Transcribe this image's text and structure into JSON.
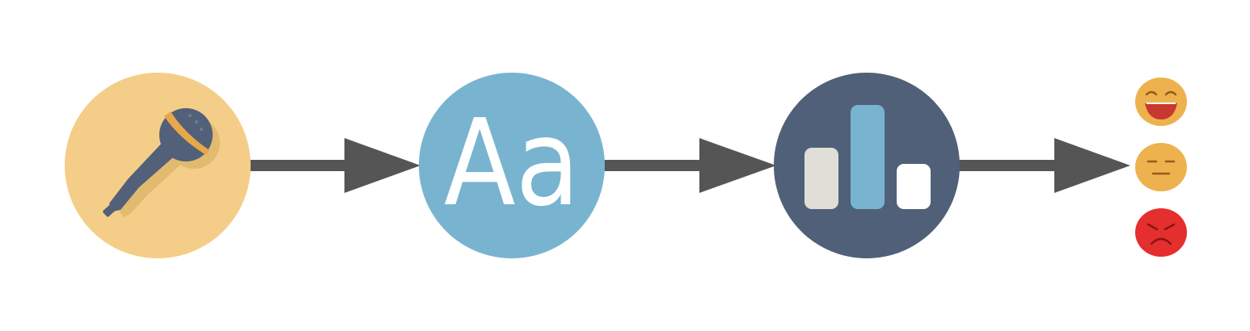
{
  "diagram": {
    "type": "pipeline",
    "steps": [
      {
        "id": "speech",
        "icon": "microphone-icon",
        "color": "#F4CE88"
      },
      {
        "id": "text",
        "icon": "text-aa-icon",
        "label": "Aa",
        "color": "#78B4CF"
      },
      {
        "id": "analysis",
        "icon": "bar-chart-icon",
        "color": "#506078"
      },
      {
        "id": "sentiment",
        "icon": "emoji-faces-icon"
      }
    ],
    "outcomes": [
      {
        "id": "positive",
        "icon": "laughing-face-icon",
        "color": "#EDB24E"
      },
      {
        "id": "neutral",
        "icon": "neutral-face-icon",
        "color": "#EDB24E"
      },
      {
        "id": "negative",
        "icon": "angry-face-icon",
        "color": "#E52E2E"
      }
    ],
    "colors": {
      "arrow": "#555555",
      "mic_body": "#526079",
      "mic_band": "#E8A84A",
      "mic_shadow": "#E0B86E",
      "text_glyph": "#FFFFFF",
      "bar_left": "#E0DED6",
      "bar_mid": "#78B4CF",
      "bar_right": "#FFFFFF",
      "face_lines": "#9A5A1A",
      "mouth_fill": "#C8382E"
    }
  }
}
